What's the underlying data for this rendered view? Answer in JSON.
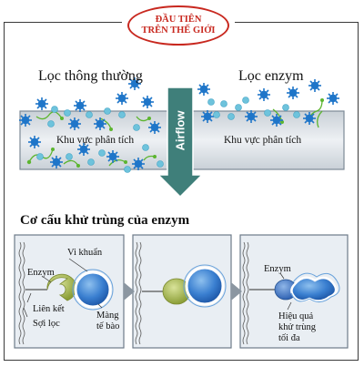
{
  "badge": {
    "line1": "ĐẦU TIÊN",
    "line2": "TRÊN THẾ GIỚI"
  },
  "top": {
    "left_label": "Lọc thông thường",
    "right_label": "Lọc enzym",
    "left_zone": "Khu vực phân tích",
    "right_zone": "Khu vực phân tích",
    "airflow": "Airflow"
  },
  "mechanism": {
    "title": "Cơ cấu khử trùng của enzym",
    "panel1": {
      "bacteria": "Vi khuẩn",
      "enzyme": "Enzym",
      "bond": "Liên kết",
      "fiber": "Sợi lọc",
      "membrane_1": "Màng",
      "membrane_2": "tế bào"
    },
    "panel3": {
      "enzyme": "Enzym",
      "effect_1": "Hiệu quả",
      "effect_2": "khử trùng",
      "effect_3": "tối đa"
    }
  },
  "colors": {
    "badge_red": "#c8281f",
    "band_fill": "#dfe3e8",
    "band_border": "#7d8a97",
    "airflow_arrow": "#3f7f7a",
    "panel_fill": "#e9eef3",
    "enzyme_green": "#9fb24a",
    "bacteria_blue": "#2b6fc2",
    "virus_blue": "#1f76c9",
    "bead_cyan": "#6ec3dc",
    "tendril_green": "#5cb52f"
  },
  "icons": [
    "virus-icon",
    "bacterium-icon",
    "enzyme-icon",
    "arrow-right-icon",
    "arrow-down-icon"
  ]
}
